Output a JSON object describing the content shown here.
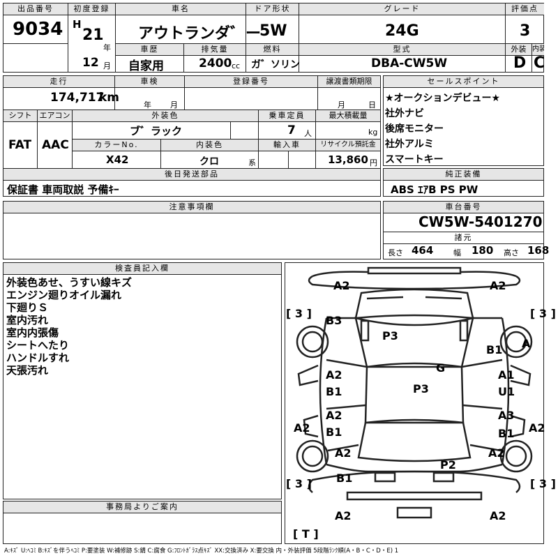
{
  "header": {
    "lot_label": "出品番号",
    "lot_value": "9034",
    "reg_label": "初度登録",
    "era": "H",
    "year": "21",
    "year_unit": "年",
    "month": "12",
    "month_unit": "月",
    "name_label": "車名",
    "name_value": "アウトランダ゛ー",
    "door_label": "ドア形状",
    "door_value": "5W",
    "grade_label": "グレード",
    "grade_value": "24G",
    "score_label": "評価点",
    "score_value": "3",
    "history_label": "車歴",
    "history_value": "自家用",
    "disp_label": "排気量",
    "disp_value": "2400",
    "disp_unit": "cc",
    "fuel_label": "燃料",
    "fuel_value": "ガ゛ソリン",
    "model_label": "型式",
    "model_value": "DBA-CW5W",
    "ext_label": "外装",
    "ext_value": "D",
    "int_label": "内装",
    "int_value": "C"
  },
  "row2": {
    "mileage_label": "走行",
    "mileage_value": "174,717",
    "mileage_unit": "km",
    "inspect_label": "車検",
    "inspect_year": "年",
    "inspect_month": "月",
    "regno_label": "登録番号",
    "deadline_label": "譲渡書類期限",
    "deadline_month": "月",
    "deadline_day": "日",
    "shift_label": "シフト",
    "shift_value": "FAT",
    "ac_label": "エアコン",
    "ac_value": "AAC",
    "color_label": "外装色",
    "color_value": "ブ゛ラック",
    "capacity_label": "乗車定員",
    "capacity_value": "7",
    "capacity_unit": "人",
    "load_label": "最大積載量",
    "load_unit": "kg",
    "colorno_label": "カラーNo.",
    "colorno_value": "X42",
    "intcolor_label": "内装色",
    "intcolor_value": "クロ",
    "intcolor_unit": "系",
    "import_label": "輸入車",
    "recycle_label": "リサイクル預託金",
    "recycle_value": "13,860",
    "recycle_unit": "円",
    "later_label": "後日発送部品",
    "later_value": "保証書 車両取説 予備ｷｰ"
  },
  "sales_points": {
    "label": "セールスポイント",
    "items": [
      "★オークションデビュー★",
      "社外ナビ",
      "後席モニター",
      "社外アルミ",
      "スマートキー"
    ]
  },
  "equipment": {
    "label": "純正装備",
    "value": "ABS ｴｱB PS PW"
  },
  "chassis": {
    "label": "車台番号",
    "value": "CW5W-5401270"
  },
  "specs": {
    "label": "諸元",
    "length_label": "長さ",
    "length_value": "464",
    "width_label": "幅",
    "width_value": "180",
    "height_label": "高さ",
    "height_value": "168"
  },
  "caution": {
    "label": "注意事項欄"
  },
  "inspector": {
    "label": "検査員記入欄",
    "notes": [
      "外装色あせ、うすい線キズ",
      "エンジン廻りオイル漏れ",
      "下廻りＳ",
      "室内汚れ",
      "室内内張傷",
      "シートへたり",
      "ハンドルすれ",
      "天張汚れ"
    ]
  },
  "office": {
    "label": "事務局よりご案内"
  },
  "diagram": {
    "marks": [
      "A2",
      "A2",
      "[ 3 ]",
      "[ 3 ]",
      "B3",
      "P3",
      "B1",
      "A",
      "G",
      "A2",
      "B1",
      "P3",
      "A1",
      "U1",
      "A2",
      "B1",
      "A3",
      "B1",
      "A2",
      "A2",
      "A2",
      "P2",
      "A2",
      "B1",
      "[ 3 ]",
      "[ 3 ]",
      "A2",
      "A2",
      "[ T ]"
    ]
  },
  "legend": "A:ｷｽﾞ  U:ﾍｺﾐ  B:ｷｽﾞを伴うﾍｺﾐ  P:要塗装  W:補修跡  S:錆  C:腐食  G:ﾌﾛﾝﾄｶﾞﾗｽ点ｷｽﾞ  XX:交換済み  X:要交換  内・外装評価  5段階ﾗﾝｸ順(A・B・C・D・E) 1"
}
